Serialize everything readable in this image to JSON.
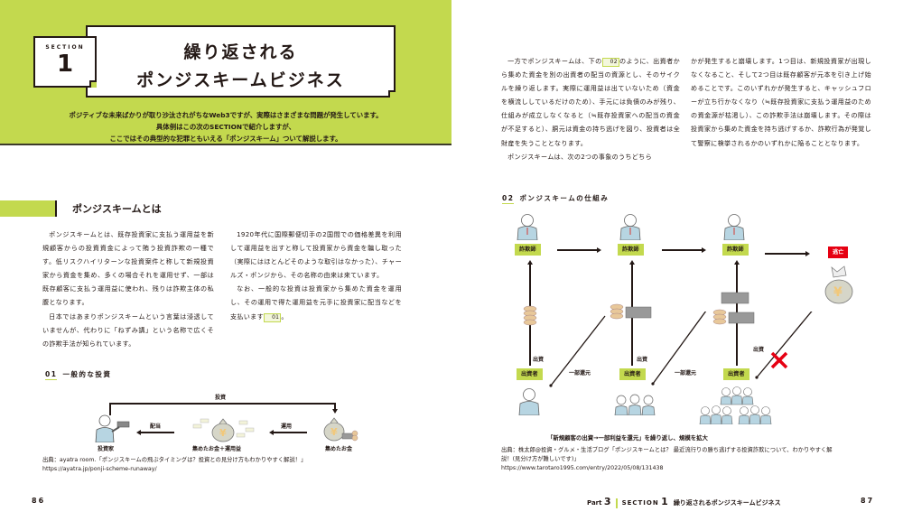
{
  "header": {
    "section_label": "SECTION",
    "section_number": "1",
    "title_line1": "繰り返される",
    "title_line2": "ポンジスキームビジネス",
    "lead": [
      "ポジティブな未来ばかりが取り沙汰されがちなWeb3ですが、実際はさまざまな問題が発生しています。",
      "具体例はこの次のSECTIONで紹介しますが、",
      "ここではその典型的な犯罪ともいえる「ポンジスキーム」ついて解説します。"
    ]
  },
  "left_page": {
    "heading": "ポンジスキームとは",
    "col1": [
      "ポンジスキームとは、既存投資家に支払う運用益を新規顧客からの投資資金によって賄う投資詐欺の一種です。低リスクハイリターンな投資案件と称して新規投資家から資金を集め、多くの場合それを運用せず、一部は既存顧客に支払う運用益に使われ、残りは詐欺主体の私腹となります。",
      "日本ではあまりポンジスキームという言葉は浸透していませんが、代わりに「ねずみ講」という名称で広くその詐欺手法が知られています。"
    ],
    "col2": [
      "1920年代に国際郵便切手の2国間での価格差異を利用して運用益を出すと称して投資家から資金を騙し取った（実際にはほとんどそのような取引はなかった）、チャールズ・ポンジから、その名称の由来は来ています。",
      "なお、一般的な投資は投資家から集めた資金を運用し、その運用で得た運用益を元手に投資家に配当などを支払います"
    ],
    "col2_ref": "01",
    "col2_end": "。",
    "figure": {
      "number": "01",
      "title": "一般的な投資",
      "top_label": "投資",
      "left_arrow_label": "配当",
      "right_arrow_label": "運用",
      "node_investor": "投資家",
      "node_pool_plus": "集めたお金＋運用益",
      "node_pool": "集めたお金"
    },
    "source_line1": "出典：ayatra room.「ポンジスキームの飛ぶタイミングは？投資との見分け方もわかりやすく解説！」",
    "source_line2": "https://ayatra.jp/ponji-scheme-runaway/",
    "page_number": "86"
  },
  "right_page": {
    "col1_pre": "一方でポンジスキームは、下の",
    "col1_ref": "02",
    "col1_post": "のように、出資者から集めた資金を別の出資者の配当の資源とし、そのサイクルを繰り返します。実際に運用益は出ていないため（資金を横流ししているだけのため）、手元には負債のみが残り、仕組みが成立しなくなると（≒既存投資家への配当の資金が不足すると）、胴元は資金の持ち逃げを図り、投資者は全財産を失うこととなります。",
    "col1_p2": "ポンジスキームは、次の2つの事象のうちどちら",
    "col2": "かが発生すると崩壊します。1つ目は、新規投資家が出現しなくなること、そして2つ目は既存顧客が元本を引き上げ始めることです。このいずれかが発生すると、キャッシュフローが立ち行かなくなり（≒既存投資家に支払う運用益のための資金源が枯渇し）、この詐欺手法は崩壊します。その際は投資家から集めた資金を持ち逃げするか、詐欺行為が発覚して警察に検挙されるかのいずれかに陥ることとなります。",
    "figure": {
      "number": "02",
      "title": "ポンジスキームの仕組み",
      "fraudster_label": "詐欺師",
      "escape_label": "逃亡",
      "investor_label": "出資者",
      "invest_label": "出資",
      "partial_return_label": "一部還元",
      "caption": "「新規顧客の出資→一部利益を還元」を繰り返し、規模を拡大"
    },
    "source_line1": "出典：株太郎@投資・グルメ・生活ブログ「ポンジスキームとは？ 最近流行りの勝ち逃げする投資詐欺について、わかりやすく解",
    "source_line2": "説！(見分け方が難しいです)」",
    "source_line3": "https://www.tarotaro1995.com/entry/2022/05/08/131438",
    "running_head": {
      "part_label": "Part",
      "part_number": "3",
      "section_label": "SECTION",
      "section_number": "1",
      "title": "繰り返されるポンジスキームビジネス"
    },
    "page_number": "87"
  },
  "colors": {
    "accent_green": "#c3d94e",
    "alert_red": "#e60012",
    "text": "#231815"
  }
}
